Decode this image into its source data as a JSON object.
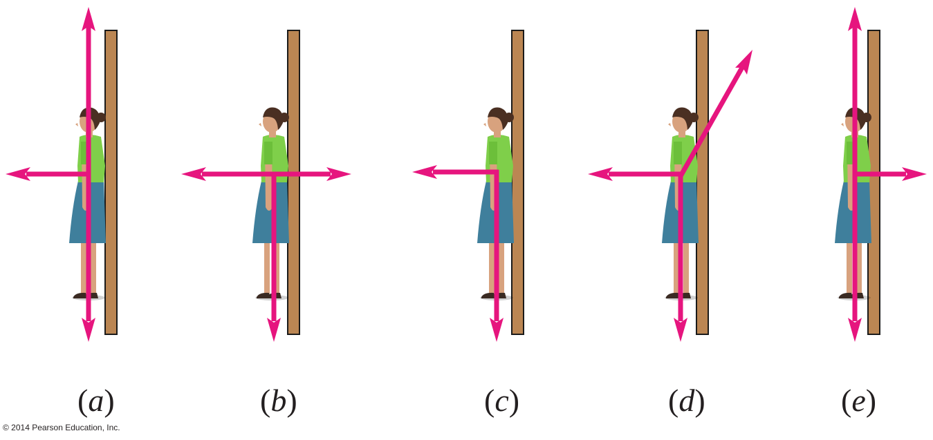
{
  "colors": {
    "wall": "#bb8653",
    "wall_outline": "#1a1a1a",
    "arrow": "#e6157e",
    "shirt": "#7fcf4a",
    "skirt": "#3f7f9c",
    "skin": "#d8a27e",
    "hair": "#4a2f22",
    "shoe": "#3a2a22"
  },
  "panels": [
    {
      "id": "a",
      "label": "a",
      "arrows": [
        "up",
        "down",
        "left"
      ]
    },
    {
      "id": "b",
      "label": "b",
      "arrows": [
        "left",
        "right",
        "down"
      ]
    },
    {
      "id": "c",
      "label": "c",
      "arrows": [
        "left",
        "down"
      ]
    },
    {
      "id": "d",
      "label": "d",
      "arrows": [
        "left",
        "down",
        "up-right"
      ]
    },
    {
      "id": "e",
      "label": "e",
      "arrows": [
        "up",
        "down",
        "right"
      ]
    }
  ],
  "copyright": "© 2014 Pearson Education, Inc."
}
